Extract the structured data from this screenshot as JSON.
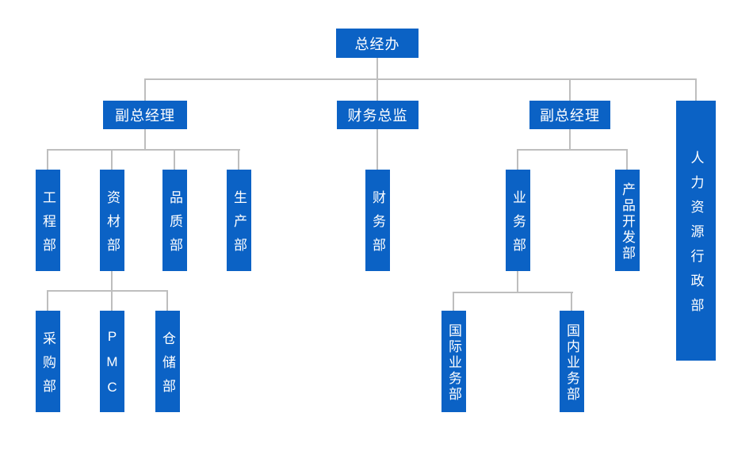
{
  "diagram_title": "organization-chart",
  "palette": {
    "node_fill": "#0B62C5",
    "node_text": "#FFFFFF",
    "connector_gray": "#BEBEBE",
    "background": "#FFFFFF"
  },
  "nodes": {
    "root": {
      "label": "总经办",
      "parent": null
    },
    "vgm_left": {
      "label": "副总经理",
      "parent": "root"
    },
    "cfo": {
      "label": "财务总监",
      "parent": "root"
    },
    "vgm_right": {
      "label": "副总经理",
      "parent": "root"
    },
    "hr_admin": {
      "label": "人力资源行政部",
      "parent": "root"
    },
    "engineering": {
      "label": "工程部",
      "parent": "vgm_left"
    },
    "materials": {
      "label": "资材部",
      "parent": "vgm_left"
    },
    "quality": {
      "label": "品质部",
      "parent": "vgm_left"
    },
    "production": {
      "label": "生产部",
      "parent": "vgm_left"
    },
    "finance": {
      "label": "财务部",
      "parent": "cfo"
    },
    "business": {
      "label": "业务部",
      "parent": "vgm_right"
    },
    "product_dev": {
      "label": "产品开发部",
      "parent": "vgm_right"
    },
    "purchasing": {
      "label": "采购部",
      "parent": "materials"
    },
    "pmc": {
      "label": "PMC",
      "parent": "materials"
    },
    "warehouse": {
      "label": "仓储部",
      "parent": "materials"
    },
    "intl_business": {
      "label": "国际业务部",
      "parent": "business"
    },
    "domestic_business": {
      "label": "国内业务部",
      "parent": "business"
    }
  }
}
